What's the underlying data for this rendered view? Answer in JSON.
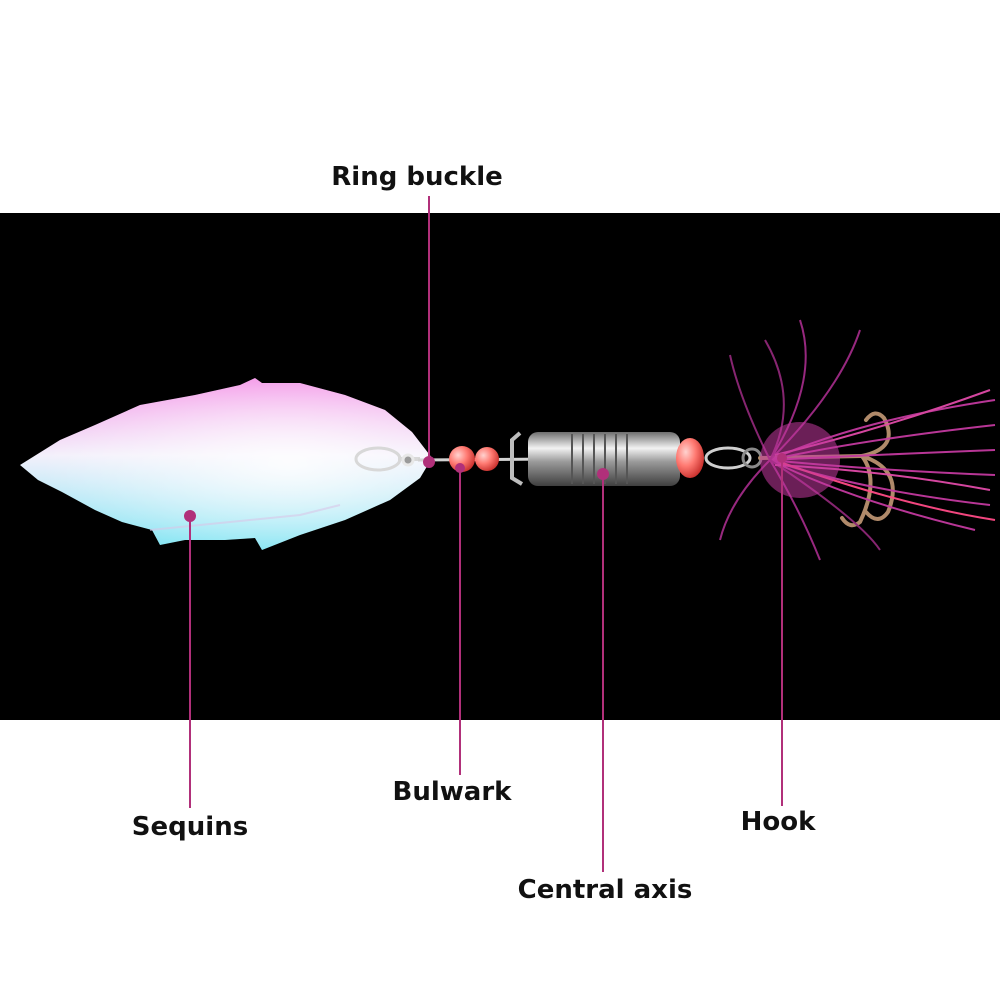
{
  "diagram": {
    "labels": {
      "ring_buckle": "Ring buckle",
      "bulwark": "Bulwark",
      "sequins": "Sequins",
      "hook": "Hook",
      "central_axis": "Central axis"
    },
    "colors": {
      "background_band": "#000000",
      "leader_line": "#b1307a",
      "sequin_pink": "#f29ae9",
      "sequin_blue": "#7fe6f2",
      "bead": "#ff6f6a",
      "feather": "#c2399f",
      "metal": "#c9c9c9"
    }
  }
}
